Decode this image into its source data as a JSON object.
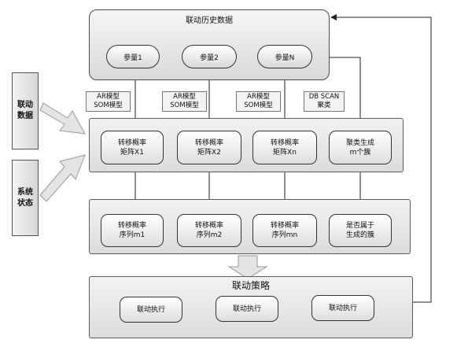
{
  "history": {
    "title": "联动历史数据",
    "params": [
      "参量1",
      "参量2",
      "参量N"
    ]
  },
  "models": [
    "AR模型\nSOM模型",
    "AR模型\nSOM模型",
    "AR模型\nSOM模型",
    "DB SCAN\n聚类"
  ],
  "inputs": [
    "联动\n数据",
    "系统\n状态"
  ],
  "matrix_row": [
    "转移概率\n矩阵X1",
    "转移概率\n矩阵X2",
    "转移概率\n矩阵Xn",
    "聚类生成\nm个簇"
  ],
  "sequence_row": [
    "转移概率\n序列m1",
    "转移概率\n序列m2",
    "转移概率\n序列mn",
    "是否属于\n生成的簇"
  ],
  "strategy": {
    "title": "联动策略",
    "actions": [
      "联动执行",
      "联动执行",
      "联动执行"
    ]
  }
}
